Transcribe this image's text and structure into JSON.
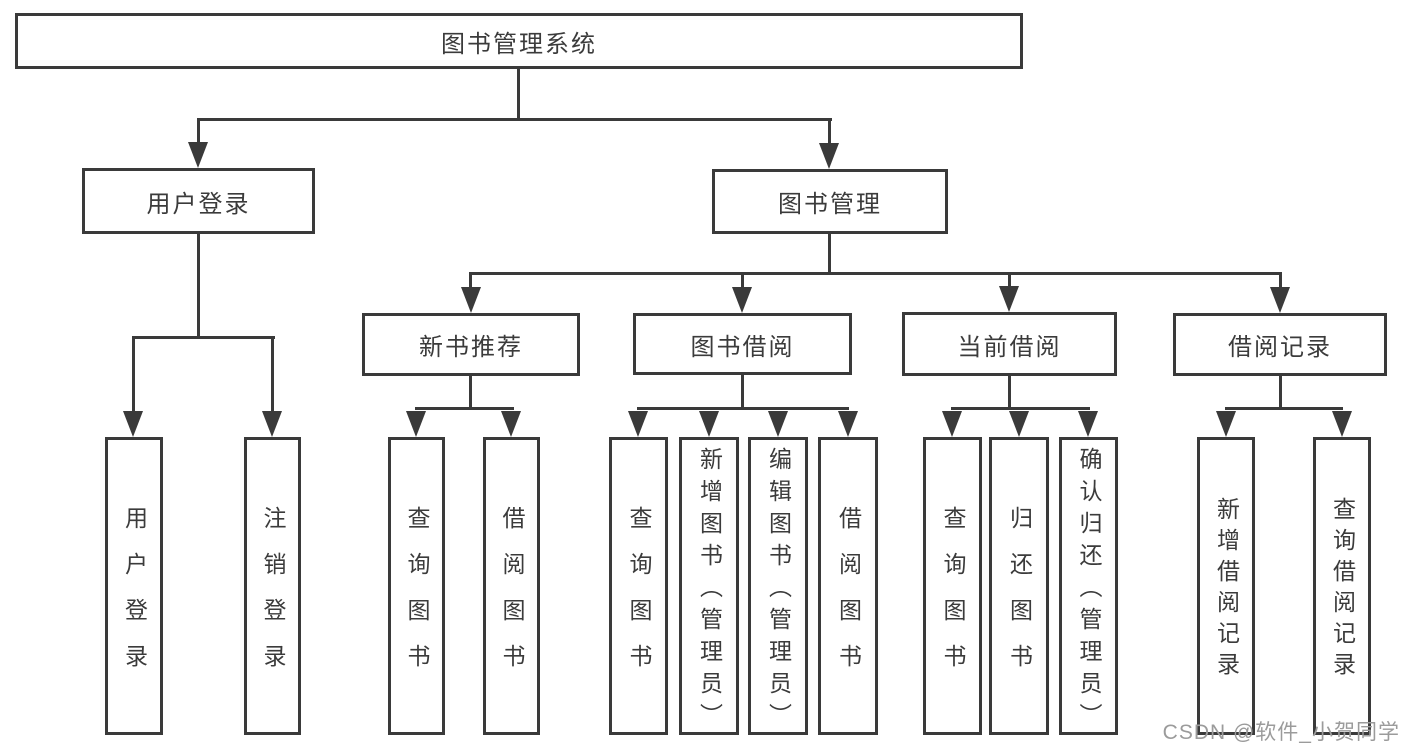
{
  "diagram": {
    "title": "图书管理系统",
    "line_color": "#3a3a3a",
    "text_color": "#3b3b3b",
    "level2": [
      {
        "label": "用户登录"
      },
      {
        "label": "图书管理"
      }
    ],
    "level3": [
      {
        "label": "新书推荐",
        "parent": "图书管理"
      },
      {
        "label": "图书借阅",
        "parent": "图书管理"
      },
      {
        "label": "当前借阅",
        "parent": "图书管理"
      },
      {
        "label": "借阅记录",
        "parent": "图书管理"
      }
    ],
    "leaves": [
      {
        "label": "用户登录",
        "parent": "用户登录"
      },
      {
        "label": "注销登录",
        "parent": "用户登录"
      },
      {
        "label": "查询图书",
        "parent": "新书推荐"
      },
      {
        "label": "借阅图书",
        "parent": "新书推荐"
      },
      {
        "label": "查询图书",
        "parent": "图书借阅"
      },
      {
        "label": "新增图书（管理员）",
        "parent": "图书借阅"
      },
      {
        "label": "编辑图书（管理员）",
        "parent": "图书借阅"
      },
      {
        "label": "借阅图书",
        "parent": "图书借阅"
      },
      {
        "label": "查询图书",
        "parent": "当前借阅"
      },
      {
        "label": "归还图书",
        "parent": "当前借阅"
      },
      {
        "label": "确认归还（管理员）",
        "parent": "当前借阅"
      },
      {
        "label": "新增借阅记录",
        "parent": "借阅记录"
      },
      {
        "label": "查询借阅记录",
        "parent": "借阅记录"
      }
    ]
  },
  "watermark": {
    "text": "CSDN @软件_小贺同学",
    "color": "#9b9b9b"
  }
}
